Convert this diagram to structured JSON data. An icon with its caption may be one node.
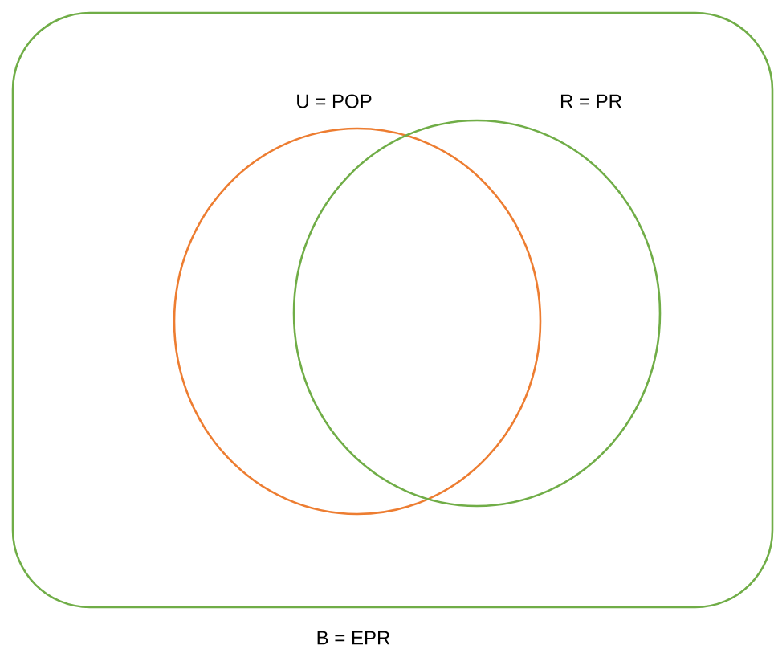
{
  "diagram": {
    "nodes": [
      {
        "text": [
          "B = EPR"
        ]
      },
      {
        "text": [
          "U = POP"
        ],
        "in": 0
      },
      {
        "text": [
          "R = PR"
        ],
        "in": 0
      }
    ]
  }
}
